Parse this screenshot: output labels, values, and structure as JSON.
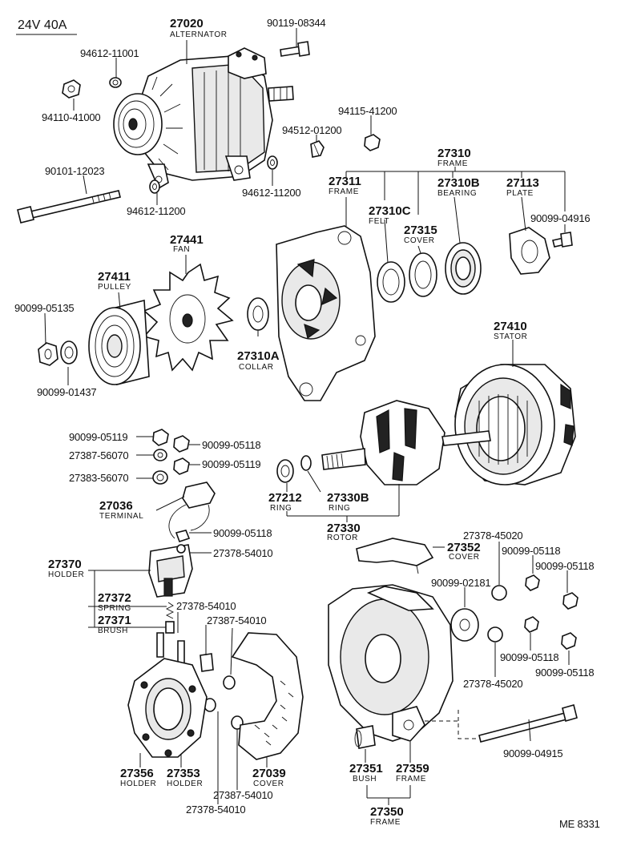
{
  "header": {
    "title": "24V 40A",
    "ref": "ME 8331"
  },
  "labels": {
    "l_27020": "27020",
    "l_alternator": "ALTERNATOR",
    "l_90119_08344": "90119-08344",
    "l_94612_11001": "94612-11001",
    "l_94110_41000": "94110-41000",
    "l_94115_41200": "94115-41200",
    "l_94512_01200": "94512-01200",
    "l_90101_12023": "90101-12023",
    "l_94612_11200a": "94612-11200",
    "l_94612_11200b": "94612-11200",
    "l_27310": "27310",
    "l_frame_27310": "FRAME",
    "l_27311": "27311",
    "l_frame_27311": "FRAME",
    "l_27310C": "27310C",
    "l_felt": "FELT",
    "l_27310B": "27310B",
    "l_bearing": "BEARING",
    "l_27113": "27113",
    "l_plate": "PLATE",
    "l_27315": "27315",
    "l_cover_27315": "COVER",
    "l_90099_04916": "90099-04916",
    "l_27441": "27441",
    "l_fan": "FAN",
    "l_27411": "27411",
    "l_pulley": "PULLEY",
    "l_90099_05135": "90099-05135",
    "l_90099_01437": "90099-01437",
    "l_27310A": "27310A",
    "l_collar": "COLLAR",
    "l_27410": "27410",
    "l_stator": "STATOR",
    "l_90099_05119a": "90099-05119",
    "l_90099_05118a": "90099-05118",
    "l_27387_56070": "27387-56070",
    "l_90099_05119b": "90099-05119",
    "l_27383_56070": "27383-56070",
    "l_27036": "27036",
    "l_terminal": "TERMINAL",
    "l_27212": "27212",
    "l_ring_27212": "RING",
    "l_27330B": "27330B",
    "l_ring_27330B": "RING",
    "l_27330": "27330",
    "l_rotor": "ROTOR",
    "l_90099_05118b": "90099-05118",
    "l_27370": "27370",
    "l_holder_27370": "HOLDER",
    "l_27378_54010a": "27378-54010",
    "l_27378_45020a": "27378-45020",
    "l_27352": "27352",
    "l_cover_27352": "COVER",
    "l_90099_05118c": "90099-05118",
    "l_90099_05118d": "90099-05118",
    "l_90099_02181": "90099-02181",
    "l_27372": "27372",
    "l_spring": "SPRING",
    "l_27378_54010b": "27378-54010",
    "l_27371": "27371",
    "l_brush": "BRUSH",
    "l_27387_54010a": "27387-54010",
    "l_90099_05118e": "90099-05118",
    "l_90099_05118f": "90099-05118",
    "l_27378_45020b": "27378-45020",
    "l_90099_04915": "90099-04915",
    "l_27356": "27356",
    "l_holder_27356": "HOLDER",
    "l_27353": "27353",
    "l_holder_27353": "HOLDER",
    "l_27039": "27039",
    "l_cover_27039": "COVER",
    "l_27387_54010b": "27387-54010",
    "l_27378_54010c": "27378-54010",
    "l_27351": "27351",
    "l_bush": "BUSH",
    "l_27359": "27359",
    "l_frame_27359": "FRAME",
    "l_27350": "27350",
    "l_frame_27350": "FRAME"
  }
}
